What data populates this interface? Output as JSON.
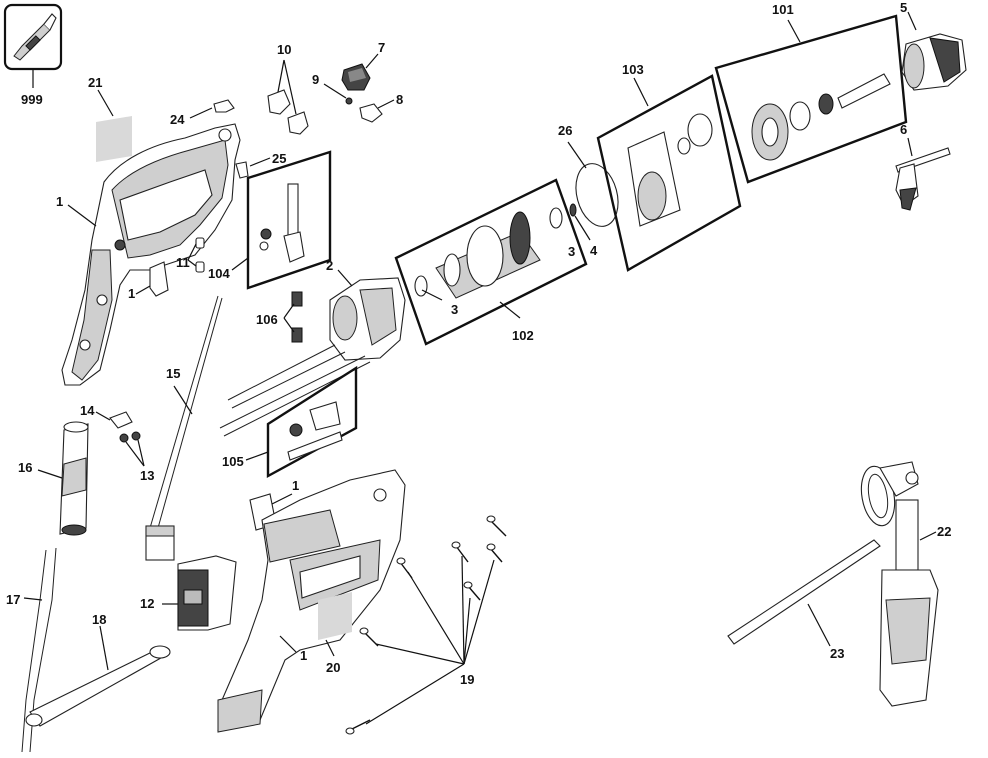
{
  "labels": {
    "p999": "999",
    "p21": "21",
    "p24": "24",
    "p1a": "1",
    "p10": "10",
    "p9": "9",
    "p7": "7",
    "p8": "8",
    "p25": "25",
    "p11": "11",
    "p104": "104",
    "p1b": "1",
    "p2": "2",
    "p106": "106",
    "p103": "103",
    "p101": "101",
    "p5": "5",
    "p26": "26",
    "p6": "6",
    "p3a": "3",
    "p4": "4",
    "p3b": "3",
    "p102": "102",
    "p15": "15",
    "p14": "14",
    "p13": "13",
    "p16": "16",
    "p105": "105",
    "p1c": "1",
    "p17": "17",
    "p12": "12",
    "p18": "18",
    "p1d": "1",
    "p20": "20",
    "p19": "19",
    "p22": "22",
    "p23": "23"
  }
}
